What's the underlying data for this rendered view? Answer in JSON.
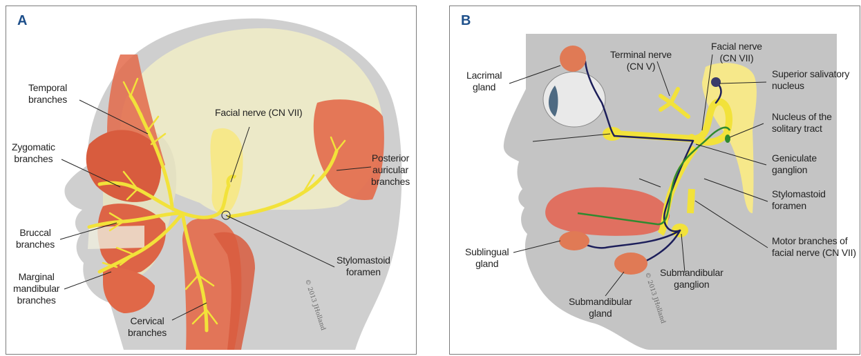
{
  "panel_a": {
    "letter": "A",
    "labels": {
      "temporal": "Temporal\nbranches",
      "zygomatic": "Zygomatic\nbranches",
      "buccal": "Bruccal\nbranches",
      "marginal": "Marginal\nmandibular\nbranches",
      "cervical": "Cervical\nbranches",
      "facial_nerve": "Facial nerve (CN VII)",
      "posterior_auricular": "Posterior\nauricular\nbranches",
      "stylomastoid": "Stylomastoid\nforamen"
    },
    "signature": "© 2013 JHolland"
  },
  "panel_b": {
    "letter": "B",
    "labels": {
      "lacrimal": "Lacrimal\ngland",
      "terminal_nerve": "Terminal nerve\n(CN V)",
      "facial_nerve": "Facial nerve\n(CN VII)",
      "superior_salivatory": "Superior salivatory\nnucleus",
      "solitary_tract": "Nucleus of the\nsolitary tract",
      "geniculate": "Geniculate\nganglion",
      "stylomastoid": "Stylomastoid\nforamen",
      "motor_branches": "Motor branches of\nfacial nerve (CN VII)",
      "sublingual": "Sublingual\ngland",
      "submandibular_ganglion": "Submandibular\nganglion",
      "submandibular_gland": "Submandibular\ngland"
    },
    "signature": "© 2013 JHolland"
  },
  "colors": {
    "nerve": "#f2e23a",
    "muscle": "#e36a4a",
    "skull": "#ece9c8",
    "skin": "#c9c9c9",
    "parasympathetic": "#1c1e5a",
    "taste": "#2f8a2f"
  }
}
